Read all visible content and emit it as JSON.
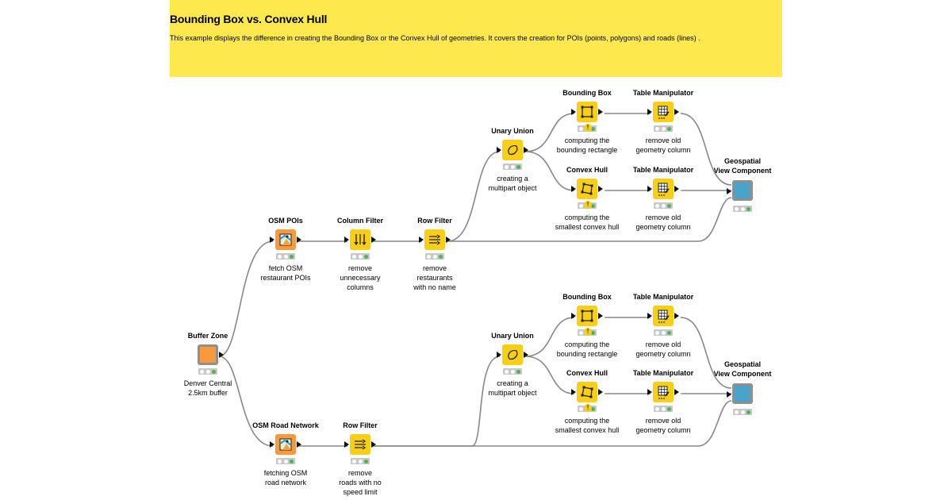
{
  "banner": {
    "title": "Bounding Box vs. Convex Hull",
    "description": "This example displays the difference in creating the Bounding Box or the Convex Hull of geometries. It covers the creation for     POIs (points, polygons) and roads (lines)   .",
    "color": "#fde94e"
  },
  "colors": {
    "manipulator": "#f8ce16",
    "source": "#f89a3c",
    "view": "#4aa3c9",
    "status_ok": "#4bb64b",
    "edge": "#888888"
  },
  "nodes": {
    "buffer_zone": {
      "title": "Buffer Zone",
      "desc": "Denver Central\n2.5km buffer",
      "icon": "square-icon"
    },
    "osm_pois": {
      "title": "OSM POIs",
      "desc": "fetch OSM\nrestaurant POIs",
      "icon": "osm-map-icon"
    },
    "column_filter": {
      "title": "Column Filter",
      "desc": "remove\nunnecessary\ncolumns",
      "icon": "column-filter-icon"
    },
    "row_filter_1": {
      "title": "Row Filter",
      "desc": "remove\nrestaurants\nwith no name",
      "icon": "row-filter-icon"
    },
    "unary_union_1": {
      "title": "Unary Union",
      "desc": "creating a\nmultipart object",
      "icon": "union-icon"
    },
    "bbox_1": {
      "title": "Bounding Box",
      "desc": "computing the\nbounding rectangle",
      "icon": "bounding-box-icon"
    },
    "hull_1": {
      "title": "Convex Hull",
      "desc": "computing the\nsmallest convex hull",
      "icon": "convex-hull-icon"
    },
    "tm_1a": {
      "title": "Table Manipulator",
      "desc": "remove old\ngeometry column",
      "icon": "table-icon"
    },
    "tm_1b": {
      "title": "Table Manipulator",
      "desc": "remove old\ngeometry column",
      "icon": "table-icon"
    },
    "view_1": {
      "title": "Geospatial\nView Component",
      "desc": "",
      "icon": "view-component-icon"
    },
    "osm_roads": {
      "title": "OSM Road Network",
      "desc": "fetching OSM\nroad network",
      "icon": "osm-map-icon"
    },
    "row_filter_2": {
      "title": "Row Filter",
      "desc": "remove\nroads  with no\nspeed limit",
      "icon": "row-filter-icon"
    },
    "unary_union_2": {
      "title": "Unary Union",
      "desc": "creating a\nmultipart object",
      "icon": "union-icon"
    },
    "bbox_2": {
      "title": "Bounding Box",
      "desc": "computing the\nbounding rectangle",
      "icon": "bounding-box-icon"
    },
    "hull_2": {
      "title": "Convex Hull",
      "desc": "computing the\nsmallest convex hull",
      "icon": "convex-hull-icon"
    },
    "tm_2a": {
      "title": "Table Manipulator",
      "desc": "remove old\ngeometry column",
      "icon": "table-icon"
    },
    "tm_2b": {
      "title": "Table Manipulator",
      "desc": "remove old\ngeometry column",
      "icon": "table-icon"
    },
    "view_2": {
      "title": "Geospatial\nView Component",
      "desc": "",
      "icon": "view-component-icon"
    }
  },
  "warning_glyph": "!"
}
